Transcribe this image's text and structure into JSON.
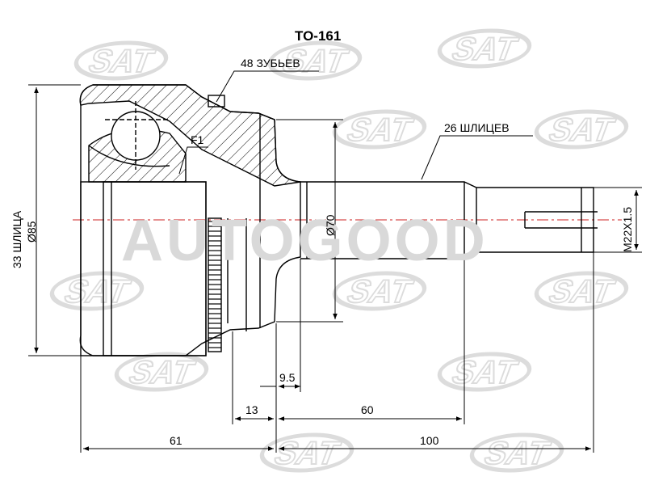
{
  "title": "TO-161",
  "watermark": {
    "brand": "SAT",
    "center_text": "AUTOGOOD",
    "color": "#e3e3e3"
  },
  "colors": {
    "line": "#000000",
    "dim_red": "#cc2222",
    "watermark": "#dcdcdc"
  },
  "labels": {
    "teeth": "48 ЗУБЬЕВ",
    "splines_shaft": "26 ШЛИЦЕВ",
    "splines_inner": "33 ШЛИЦА",
    "outer_diameter": "Ø85",
    "f1": "F1",
    "shaft_diameter": "Ø70",
    "thread": "M22X1.5"
  },
  "dimensions": {
    "d_9_5": "9.5",
    "d_13": "13",
    "d_60": "60",
    "d_61": "61",
    "d_100": "100"
  }
}
